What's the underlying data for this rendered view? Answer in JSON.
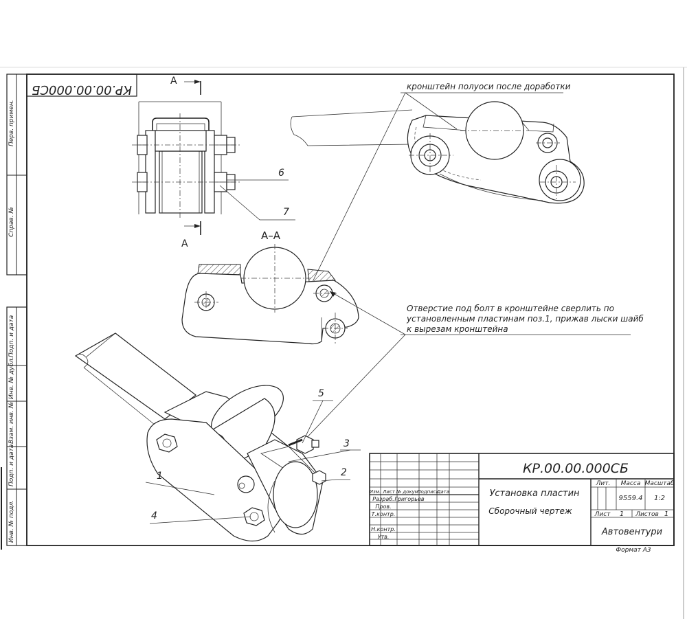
{
  "stamp": {
    "doc_code": "КР.00.00.000СБ",
    "doc_code_mirrored": "КР.00.00.000СБ",
    "title_line1": "Установка пластин",
    "title_line2": "Сборочный чертеж",
    "organization": "Автовентури",
    "format": "Формат  А3",
    "lit_label": "Лит.",
    "mass_label": "Масса",
    "scale_label": "Масштаб",
    "mass_value": "9559.4",
    "scale_value": "1:2",
    "sheet_label": "Лист",
    "sheet_value": "1",
    "sheets_label": "Листов",
    "sheets_value": "1",
    "header_cols": [
      "Изм.",
      "Лист",
      "№ докум.",
      "Подпись",
      "Дата"
    ],
    "rows": [
      {
        "role": "Разраб.",
        "name": "Григорьев"
      },
      {
        "role": "Пров.",
        "name": ""
      },
      {
        "role": "Т.контр.",
        "name": ""
      },
      {
        "role": "",
        "name": ""
      },
      {
        "role": "Н.контр.",
        "name": ""
      },
      {
        "role": "Утв.",
        "name": ""
      }
    ]
  },
  "side_strip": [
    "Перв. примен.",
    "Справ. №",
    "Подп. и дата",
    "Инв. № дубл.",
    "Взам. инв. №",
    "Подп. и дата",
    "Инв. № подл."
  ],
  "labels": {
    "section_arrow_top": "А",
    "section_arrow_bottom": "А",
    "section_title": "А–А",
    "note_bracket": "кронштейн полуоси после доработки",
    "note_hole_1": "Отверстие под болт в кронштейне сверлить по",
    "note_hole_2": "установленным пластинам поз.1, прижав лыски шайб",
    "note_hole_3": "к вырезам кронштейна"
  },
  "positions": [
    "1",
    "2",
    "3",
    "4",
    "5",
    "6",
    "7"
  ],
  "colors": {
    "line": "#222222",
    "paper": "#ffffff"
  }
}
